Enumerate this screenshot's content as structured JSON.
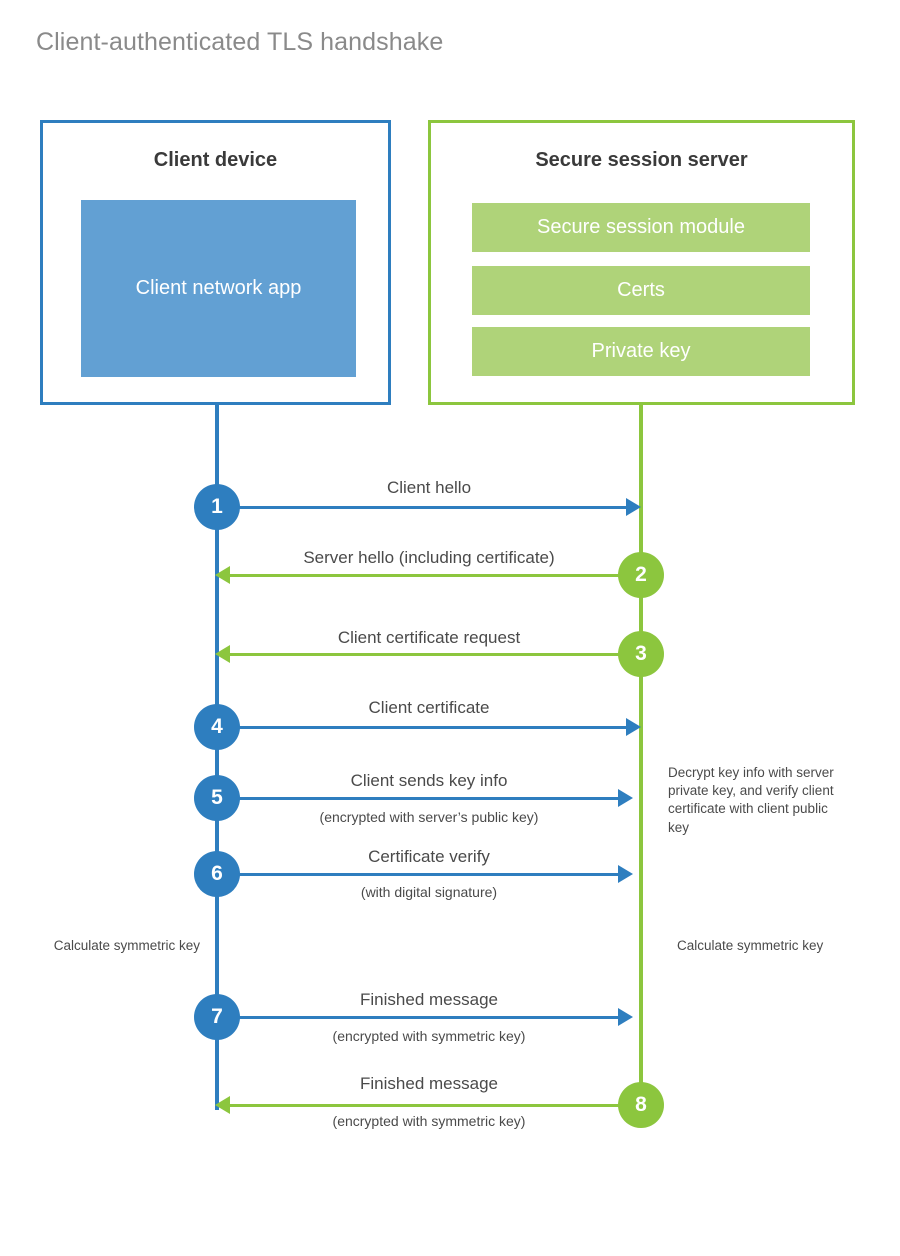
{
  "title": "Client-authenticated TLS handshake",
  "colors": {
    "blue_border": "#2E7EBF",
    "blue_fill": "#62A0D3",
    "green_border": "#8CC63E",
    "green_fill": "#AFD379",
    "title_gray": "#8a8a8a",
    "label_gray": "#4a4a4a",
    "heading_dark": "#3A3A3A"
  },
  "client": {
    "title": "Client device",
    "app_label": "Client network app"
  },
  "server": {
    "title": "Secure session server",
    "bars": [
      {
        "label": "Secure session module"
      },
      {
        "label": "Certs"
      },
      {
        "label": "Private key"
      }
    ]
  },
  "messages": [
    {
      "step": "1",
      "label": "Client hello",
      "sublabel": "",
      "direction": "client-to-server",
      "color": "blue"
    },
    {
      "step": "2",
      "label": "Server hello (including certificate)",
      "sublabel": "",
      "direction": "server-to-client",
      "color": "green"
    },
    {
      "step": "3",
      "label": "Client certificate request",
      "sublabel": "",
      "direction": "server-to-client",
      "color": "green"
    },
    {
      "step": "4",
      "label": "Client certificate",
      "sublabel": "",
      "direction": "client-to-server",
      "color": "blue"
    },
    {
      "step": "5",
      "label": "Client sends key info",
      "sublabel": "(encrypted with server’s public key)",
      "direction": "client-to-server",
      "color": "blue"
    },
    {
      "step": "6",
      "label": "Certificate verify",
      "sublabel": "(with digital signature)",
      "direction": "client-to-server",
      "color": "blue"
    },
    {
      "step": "7",
      "label": "Finished message",
      "sublabel": "(encrypted with symmetric key)",
      "direction": "client-to-server",
      "color": "blue"
    },
    {
      "step": "8",
      "label": "Finished message",
      "sublabel": "(encrypted with symmetric key)",
      "direction": "server-to-client",
      "color": "green"
    }
  ],
  "annotations": {
    "server_decrypt": "Decrypt key info with server private key, and verify client certificate with client public key",
    "client_calculate": "Calculate symmetric key",
    "server_calculate": "Calculate symmetric key"
  }
}
